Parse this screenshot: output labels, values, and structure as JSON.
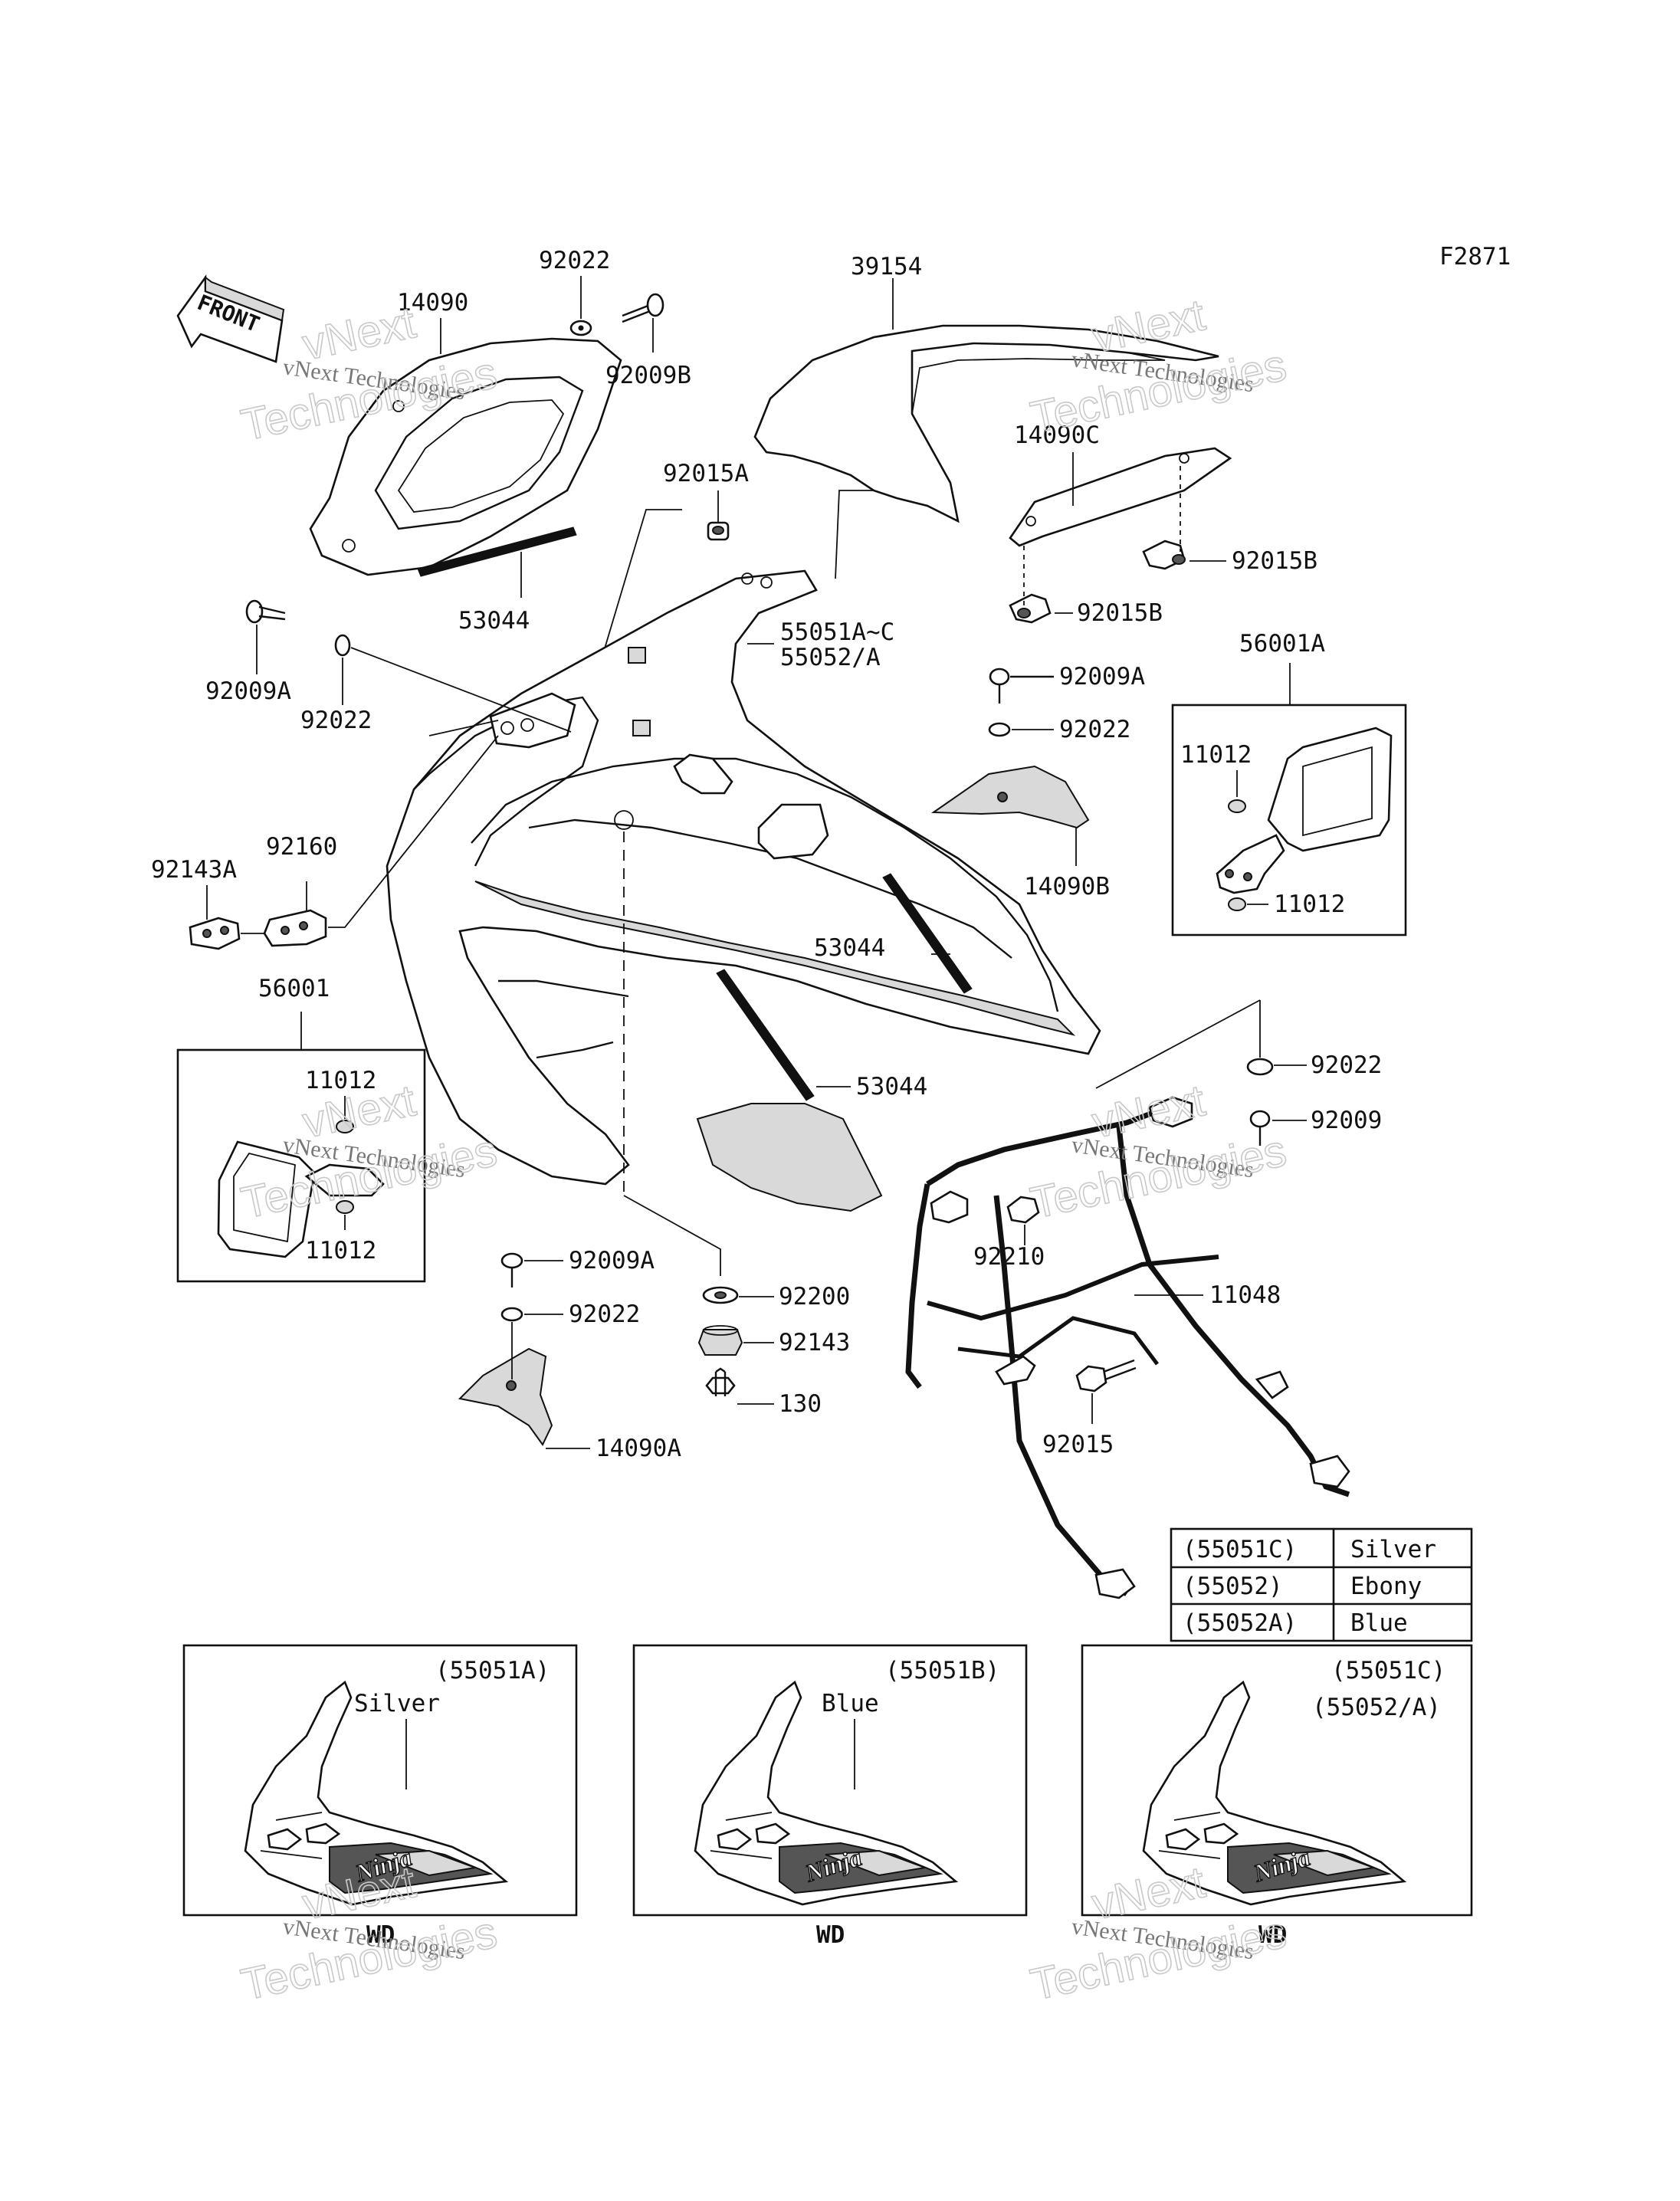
{
  "figure_code": "F2871",
  "front_arrow_label": "FRONT",
  "watermark": {
    "line1": "vNext Technologies",
    "line2a": "vNext",
    "line2b": "Technologies"
  },
  "callouts": {
    "p14090": "14090",
    "p92022_top": "92022",
    "p92009B": "92009B",
    "p39154": "39154",
    "p14090C": "14090C",
    "p92015A": "92015A",
    "p92015B_1": "92015B",
    "p92015B_2": "92015B",
    "p53044_top": "53044",
    "p55051": "55051A~C",
    "p55052": "55052/A",
    "p92009A_left": "92009A",
    "p92022_left": "92022",
    "p92009A_mid": "92009A",
    "p92022_mid": "92022",
    "p56001A": "56001A",
    "p11012_a1": "11012",
    "p11012_a2": "11012",
    "p14090B": "14090B",
    "p92143A": "92143A",
    "p92160": "92160",
    "p53044_mid": "53044",
    "p53044_low": "53044",
    "p56001": "56001",
    "p11012_b1": "11012",
    "p11012_b2": "11012",
    "p92022_right": "92022",
    "p92009": "92009",
    "p92210": "92210",
    "p11048": "11048",
    "p92009A_low": "92009A",
    "p92022_low": "92022",
    "p92200": "92200",
    "p92143": "92143",
    "p130": "130",
    "p14090A": "14090A",
    "p92015": "92015"
  },
  "color_table": [
    {
      "part": "(55051C)",
      "color": "Silver"
    },
    {
      "part": "(55052)",
      "color": "Ebony"
    },
    {
      "part": "(55052A)",
      "color": "Blue"
    }
  ],
  "panels": [
    {
      "code": "(55051A)",
      "color": "Silver",
      "code2": "",
      "footer": "WD",
      "decal": "Ninja"
    },
    {
      "code": "(55051B)",
      "color": "Blue",
      "code2": "",
      "footer": "WD",
      "decal": "Ninja"
    },
    {
      "code": "(55051C)",
      "color": "",
      "code2": "(55052/A)",
      "footer": "WD",
      "decal": "Ninja"
    }
  ]
}
